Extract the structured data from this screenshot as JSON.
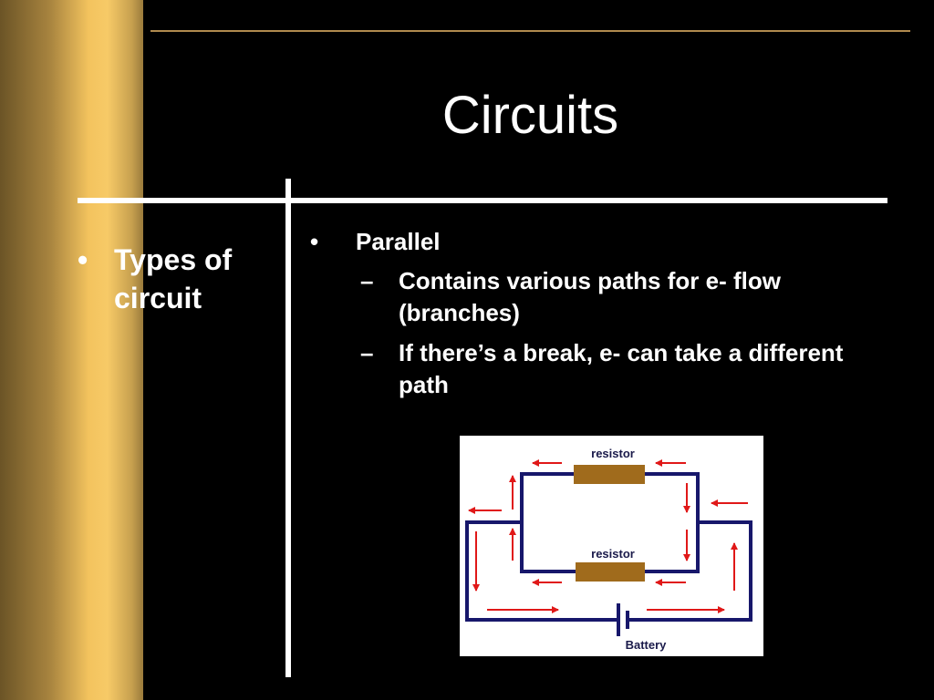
{
  "slide": {
    "title": "Circuits",
    "left_bullet": {
      "marker": "•",
      "text": "Types of circuit"
    },
    "right_bullet": {
      "marker": "•",
      "text": "Parallel",
      "sub_points": [
        {
          "marker": "–",
          "text": "Contains various paths for e- flow (branches)"
        },
        {
          "marker": "–",
          "text": "If there’s a break, e- can take a different path"
        }
      ]
    }
  },
  "diagram": {
    "resistor_top_label": "resistor",
    "resistor_bottom_label": "resistor",
    "battery_label": "Battery",
    "colors": {
      "wire": "#17176b",
      "resistor": "#a06b1c",
      "arrow": "#e01818",
      "label": "#1a1a4a"
    }
  }
}
